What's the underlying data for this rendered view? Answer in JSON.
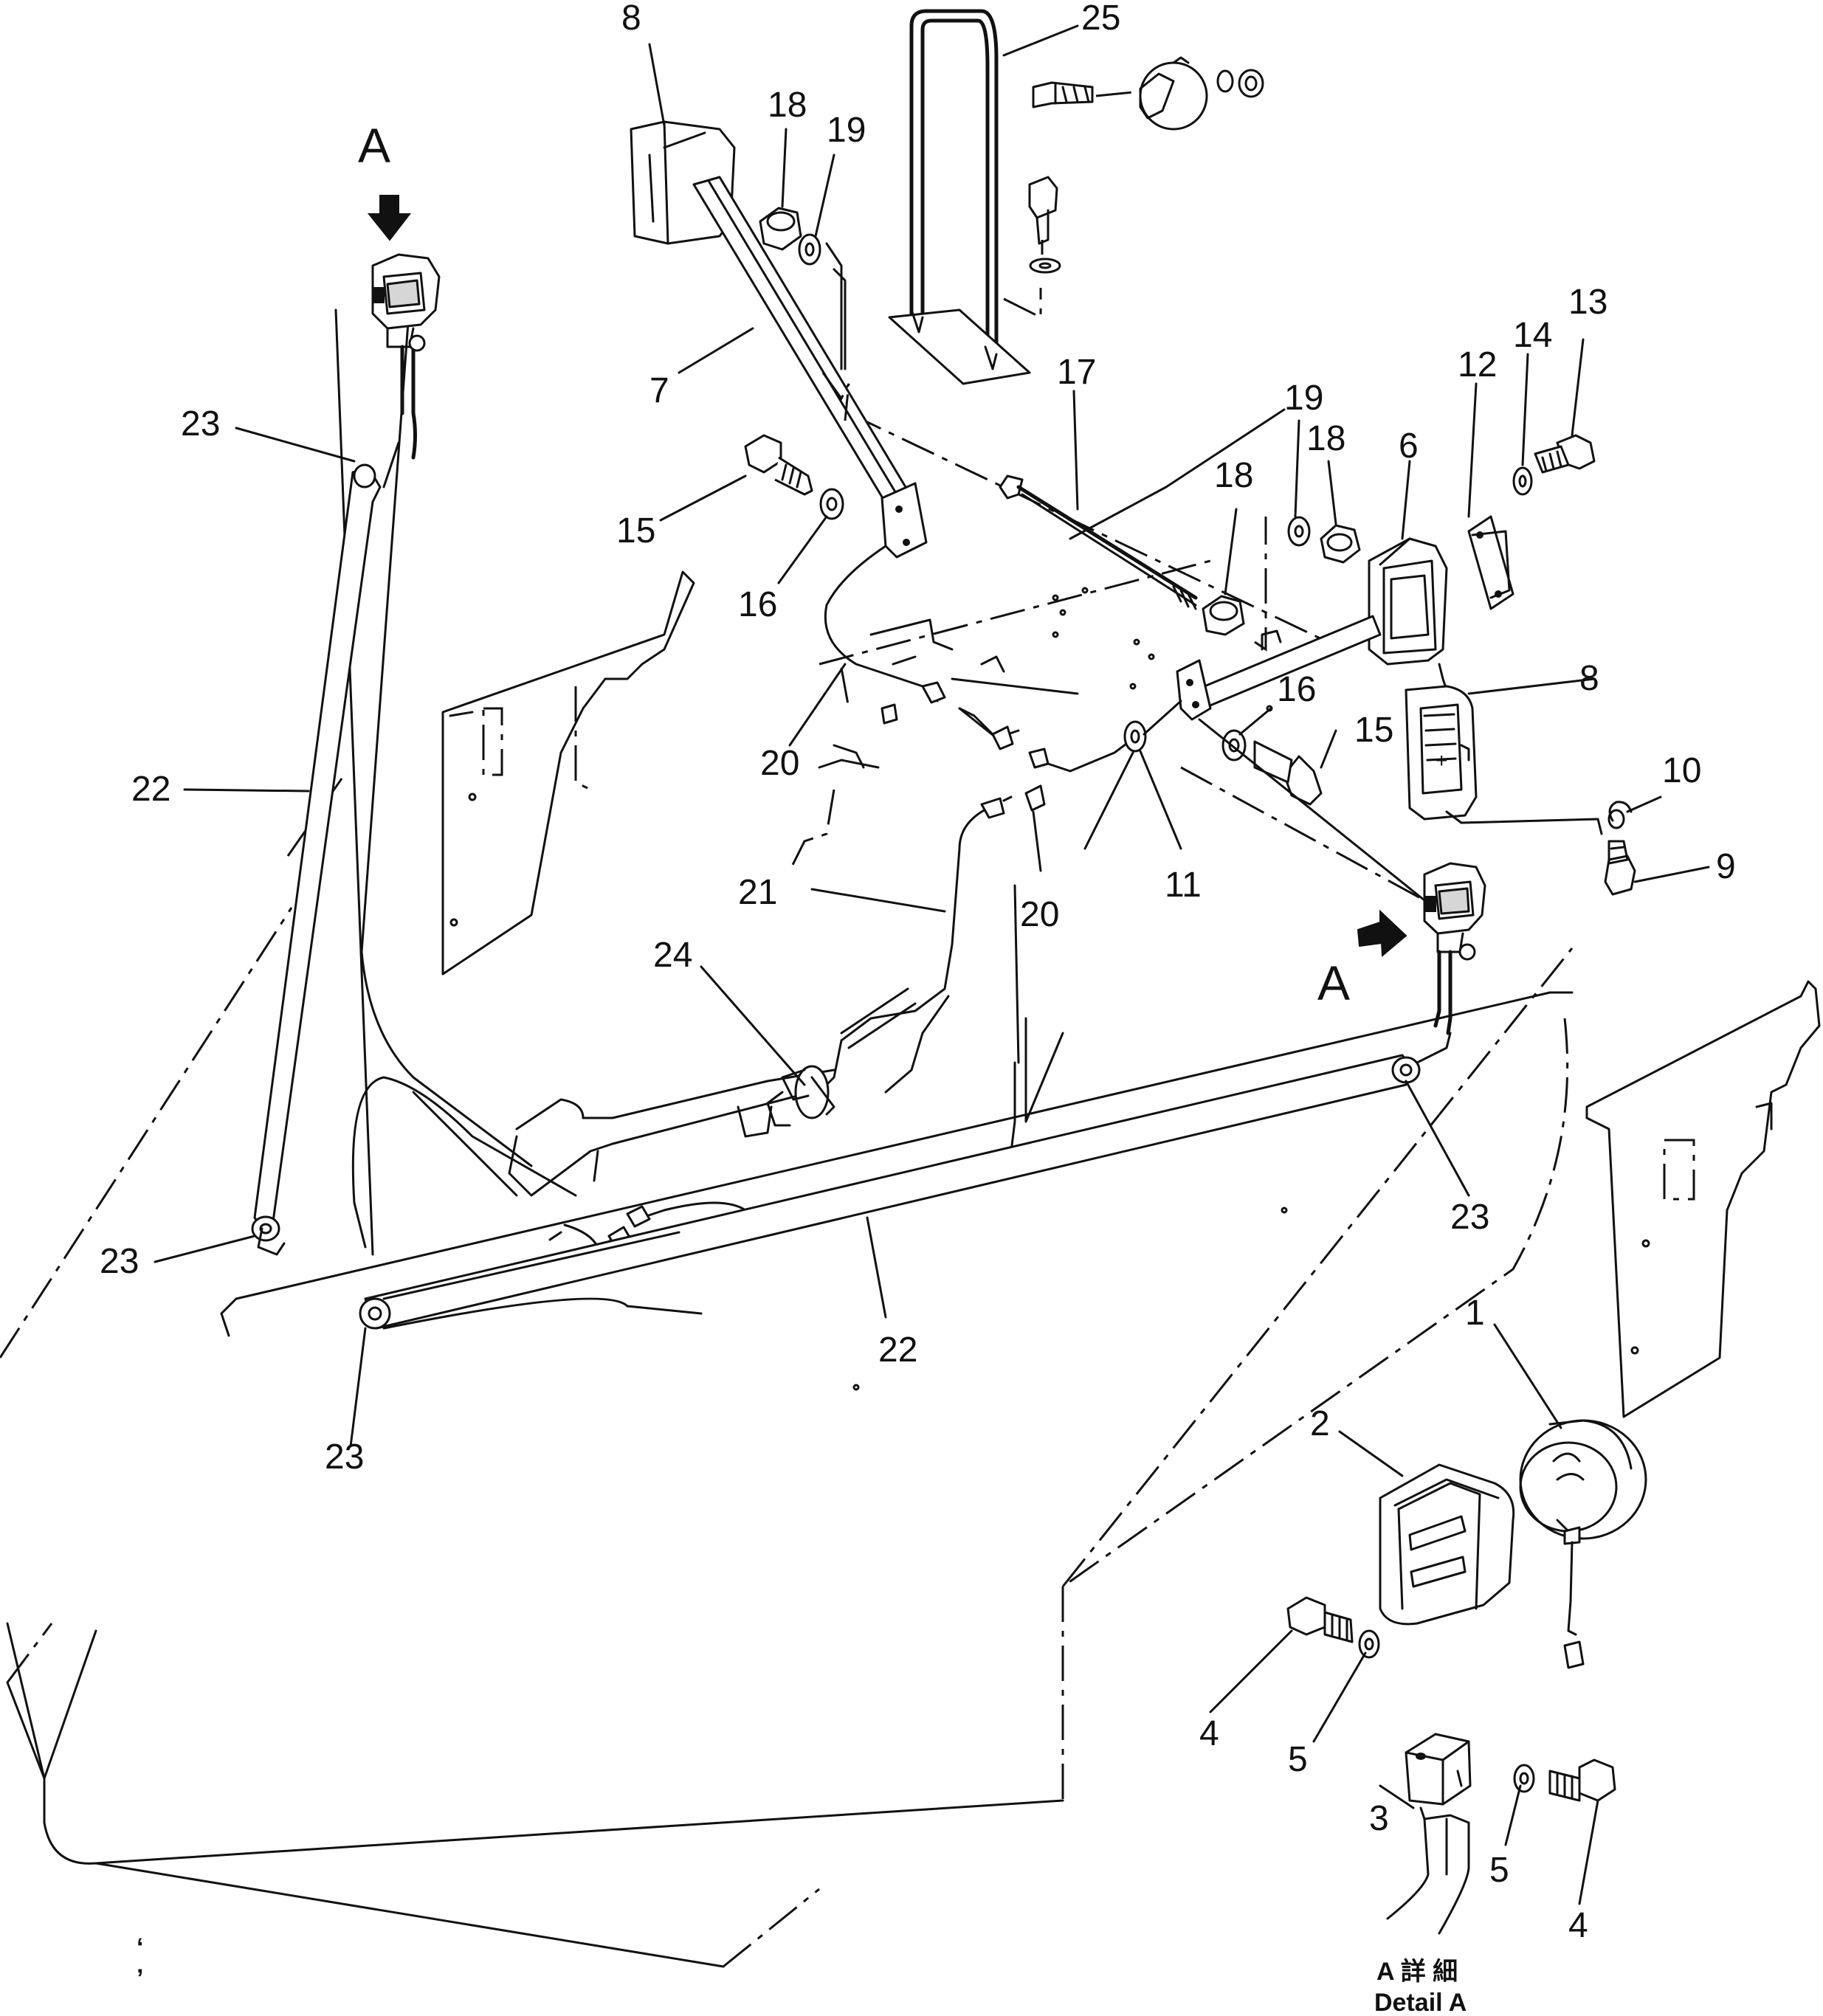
{
  "diagram": {
    "view_marker": "A",
    "detail_caption_jp": "A 詳 細",
    "detail_caption_en": "Detail A",
    "corner_marks": [
      "‘",
      "’"
    ]
  },
  "callouts": [
    {
      "id": "c8a",
      "label": "8"
    },
    {
      "id": "c25",
      "label": "25"
    },
    {
      "id": "c18a",
      "label": "18"
    },
    {
      "id": "c19a",
      "label": "19"
    },
    {
      "id": "c13",
      "label": "13"
    },
    {
      "id": "c14",
      "label": "14"
    },
    {
      "id": "c12",
      "label": "12"
    },
    {
      "id": "c17",
      "label": "17"
    },
    {
      "id": "c19b",
      "label": "19"
    },
    {
      "id": "c18b",
      "label": "18"
    },
    {
      "id": "c6",
      "label": "6"
    },
    {
      "id": "c18c",
      "label": "18"
    },
    {
      "id": "c7",
      "label": "7"
    },
    {
      "id": "c23a",
      "label": "23"
    },
    {
      "id": "c15a",
      "label": "15"
    },
    {
      "id": "c16a",
      "label": "16"
    },
    {
      "id": "c8b",
      "label": "8"
    },
    {
      "id": "c16b",
      "label": "16"
    },
    {
      "id": "c15b",
      "label": "15"
    },
    {
      "id": "c20a",
      "label": "20"
    },
    {
      "id": "c22a",
      "label": "22"
    },
    {
      "id": "c10",
      "label": "10"
    },
    {
      "id": "c9",
      "label": "9"
    },
    {
      "id": "c11",
      "label": "11"
    },
    {
      "id": "c21",
      "label": "21"
    },
    {
      "id": "c20b",
      "label": "20"
    },
    {
      "id": "c24",
      "label": "24"
    },
    {
      "id": "c23b",
      "label": "23"
    },
    {
      "id": "c23c",
      "label": "23"
    },
    {
      "id": "c22b",
      "label": "22"
    },
    {
      "id": "c23d",
      "label": "23"
    },
    {
      "id": "c1",
      "label": "1"
    },
    {
      "id": "c2",
      "label": "2"
    },
    {
      "id": "c4a",
      "label": "4"
    },
    {
      "id": "c5a",
      "label": "5"
    },
    {
      "id": "c3",
      "label": "3"
    },
    {
      "id": "c5b",
      "label": "5"
    },
    {
      "id": "c4b",
      "label": "4"
    }
  ]
}
